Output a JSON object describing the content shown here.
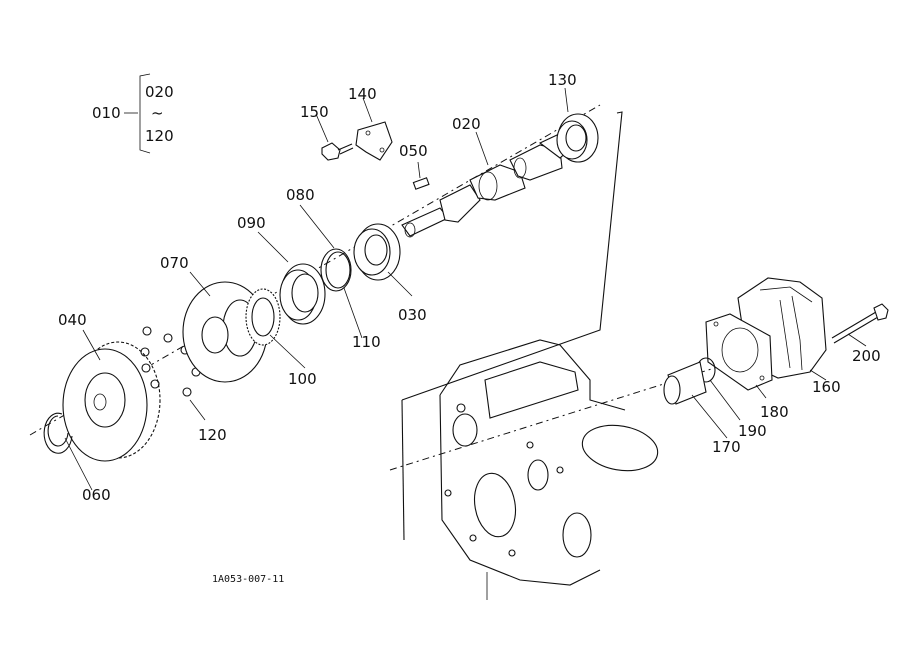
{
  "drawing_id": "1A053-007-11",
  "assembly": {
    "label": "010",
    "range_start": "020",
    "range_tilde": "~",
    "range_end": "120"
  },
  "callouts": {
    "p020": "020",
    "p030": "030",
    "p040": "040",
    "p050": "050",
    "p060": "060",
    "p070": "070",
    "p080": "080",
    "p090": "090",
    "p100": "100",
    "p110": "110",
    "p120": "120",
    "p130": "130",
    "p140": "140",
    "p150": "150",
    "p160": "160",
    "p170": "170",
    "p180": "180",
    "p190": "190",
    "p200": "200"
  }
}
